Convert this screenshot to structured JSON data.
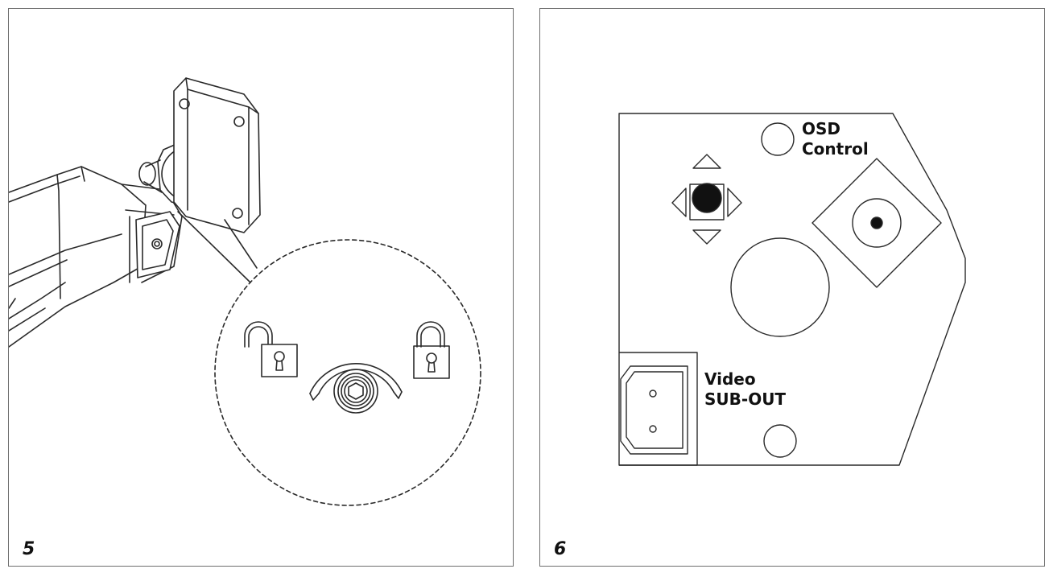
{
  "figures": [
    {
      "number": "5",
      "subject": "bullet camera mount with lock / unlock adjustment detail",
      "icons": [
        "unlocked-padlock-icon",
        "rotation-arc-icon",
        "hex-screw-icon",
        "locked-padlock-icon"
      ]
    },
    {
      "number": "6",
      "subject": "camera rear board with controls and connector",
      "labels": {
        "osd_line1": "OSD",
        "osd_line2": "Control",
        "video_line1": "Video",
        "video_line2": "SUB-OUT"
      },
      "icons": [
        "osd-joystick-icon",
        "video-connector-icon"
      ]
    }
  ],
  "colors": {
    "line": "#2a2a2a",
    "frame": "#6d6d6d",
    "fill_dark": "#111111"
  }
}
